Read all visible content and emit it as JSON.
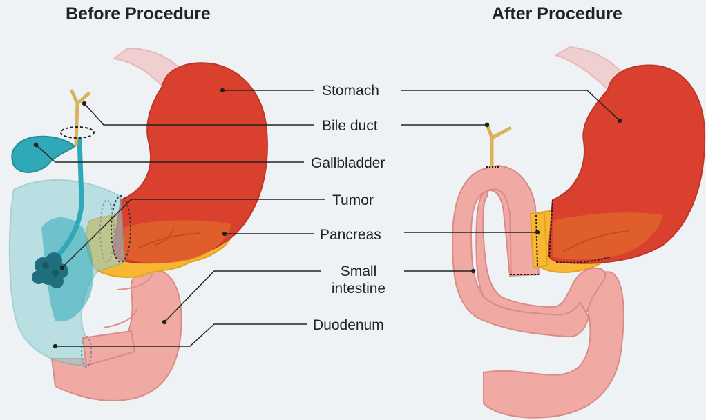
{
  "titles": {
    "before": "Before Procedure",
    "after": "After Procedure"
  },
  "labels": {
    "stomach": "Stomach",
    "bile_duct": "Bile duct",
    "gallbladder": "Gallbladder",
    "tumor": "Tumor",
    "pancreas": "Pancreas",
    "small_intestine_line1": "Small",
    "small_intestine_line2": "intestine",
    "duodenum": "Duodenum"
  },
  "colors": {
    "background": "#eef2f4",
    "stomach": "#d9412e",
    "pancreas": "#f7b733",
    "intestine": "#f0a9a3",
    "gallbladder": "#2fa9b8",
    "tumor": "#1f6f7c",
    "duodenum_overlay": "#8fd0d6",
    "bile_duct": "#d9b35a",
    "leader_line": "#222222"
  }
}
